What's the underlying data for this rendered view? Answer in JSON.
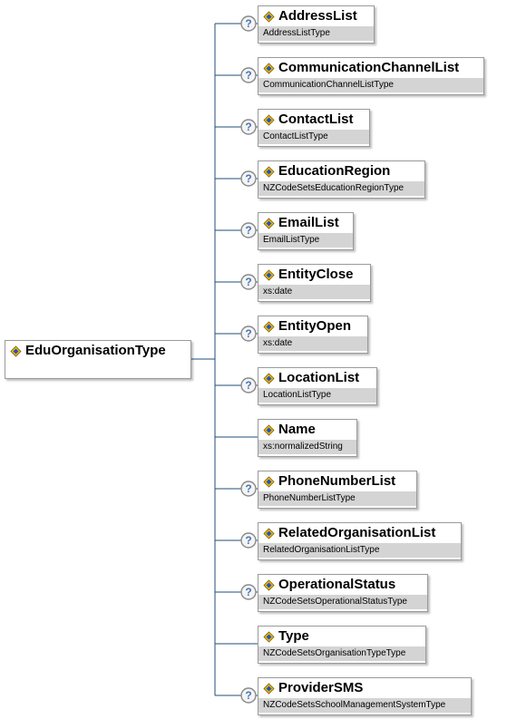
{
  "colors": {
    "connector": "#1f4e79",
    "node_border": "#9a9a9a",
    "type_band": "#d4d4d4",
    "question_mark_circle": "#8a8a8a"
  },
  "root": {
    "name": "EduOrganisationType",
    "icon": "element-icon"
  },
  "children": [
    {
      "name": "AddressList",
      "type": "AddressListType",
      "optional": true
    },
    {
      "name": "CommunicationChannelList",
      "type": "CommunicationChannelListType",
      "optional": true
    },
    {
      "name": "ContactList",
      "type": "ContactListType",
      "optional": true
    },
    {
      "name": "EducationRegion",
      "type": "NZCodeSetsEducationRegionType",
      "optional": true
    },
    {
      "name": "EmailList",
      "type": "EmailListType",
      "optional": true
    },
    {
      "name": "EntityClose",
      "type": "xs:date",
      "optional": true
    },
    {
      "name": "EntityOpen",
      "type": "xs:date",
      "optional": true
    },
    {
      "name": "LocationList",
      "type": "LocationListType",
      "optional": true
    },
    {
      "name": "Name",
      "type": "xs:normalizedString",
      "optional": false
    },
    {
      "name": "PhoneNumberList",
      "type": "PhoneNumberListType",
      "optional": true
    },
    {
      "name": "RelatedOrganisationList",
      "type": "RelatedOrganisationListType",
      "optional": true
    },
    {
      "name": "OperationalStatus",
      "type": "NZCodeSetsOperationalStatusType",
      "optional": true
    },
    {
      "name": "Type",
      "type": "NZCodeSetsOrganisationTypeType",
      "optional": false
    },
    {
      "name": "ProviderSMS",
      "type": "NZCodeSetsSchoolManagementSystemType",
      "optional": true
    }
  ]
}
